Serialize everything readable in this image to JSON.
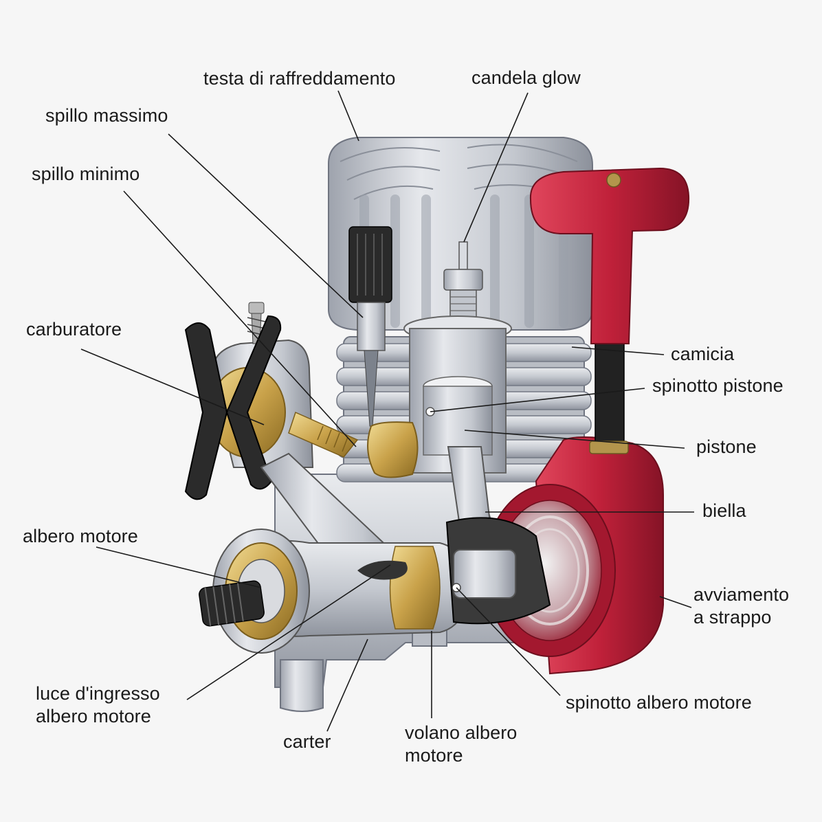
{
  "diagram": {
    "labels": {
      "testa_di_raffreddamento": "testa di raffreddamento",
      "candela_glow": "candela glow",
      "spillo_massimo": "spillo massimo",
      "spillo_minimo": "spillo minimo",
      "carburatore": "carburatore",
      "camicia": "camicia",
      "spinotto_pistone": "spinotto pistone",
      "pistone": "pistone",
      "biella": "biella",
      "albero_motore": "albero motore",
      "avviamento_line1": "avviamento",
      "avviamento_line2": "a strappo",
      "luce_line1": "luce d'ingresso",
      "luce_line2": "albero motore",
      "carter": "carter",
      "volano_line1": "volano albero",
      "volano_line2": "motore",
      "spinotto_albero_motore": "spinotto albero motore"
    },
    "colors": {
      "background": "#f6f6f6",
      "metal": "#c9ccd3",
      "metal_dark": "#8d929c",
      "brass": "#c9a24a",
      "red": "#c0213a",
      "leader_line": "#1a1a1a"
    }
  }
}
